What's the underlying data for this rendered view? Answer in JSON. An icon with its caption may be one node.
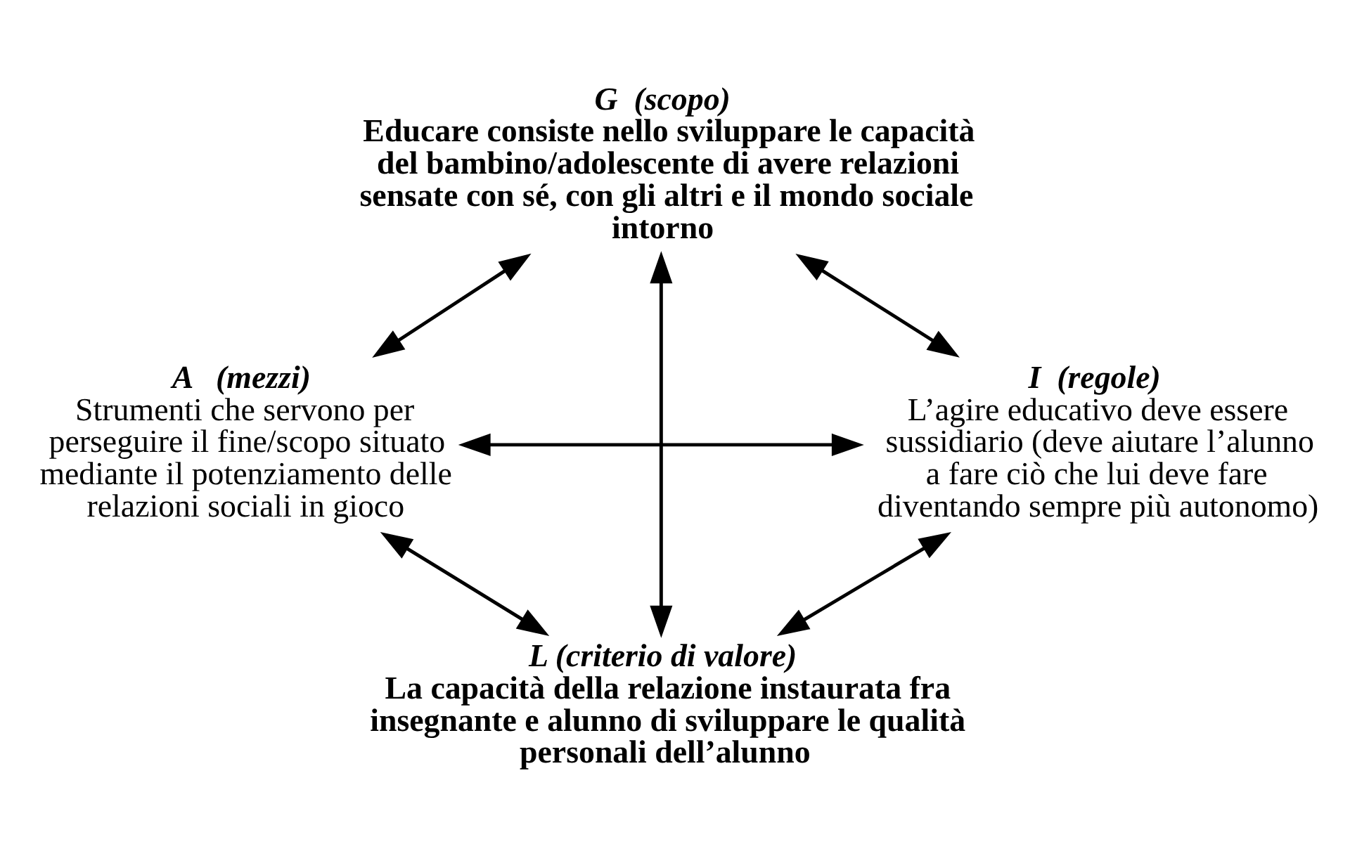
{
  "diagram": {
    "nodes": [
      {
        "text": [
          "G  (scopo)",
          "Educare consiste nello sviluppare le capacità del bambino/adolescente di avere relazioni sensate con sé, con gli altri e il mondo sociale intorno"
        ]
      },
      {
        "text": [
          "A   (mezzi)",
          "Strumenti che servono per perseguire il fine/scopo situato mediante il potenziamento delle relazioni sociali in gioco"
        ]
      },
      {
        "text": [
          "I  (regole)",
          "L’agire educativo deve essere sussidiario (deve aiutare l’alunno a fare ciò che lui deve fare diventando sempre più autonomo)"
        ]
      },
      {
        "text": [
          "L (criterio di valore)",
          "La capacità della relazione instaurata fra insegnante e alunno di sviluppare le qualità personali dell’alunno"
        ]
      }
    ],
    "edges": [
      {
        "from": 0,
        "to": 1,
        "arrow": "both"
      },
      {
        "from": 0,
        "to": 2,
        "arrow": "both"
      },
      {
        "from": 1,
        "to": 2,
        "arrow": "both"
      },
      {
        "from": 0,
        "to": 3,
        "arrow": "both"
      },
      {
        "from": 1,
        "to": 3,
        "arrow": "both"
      },
      {
        "from": 2,
        "to": 3,
        "arrow": "both"
      }
    ]
  }
}
